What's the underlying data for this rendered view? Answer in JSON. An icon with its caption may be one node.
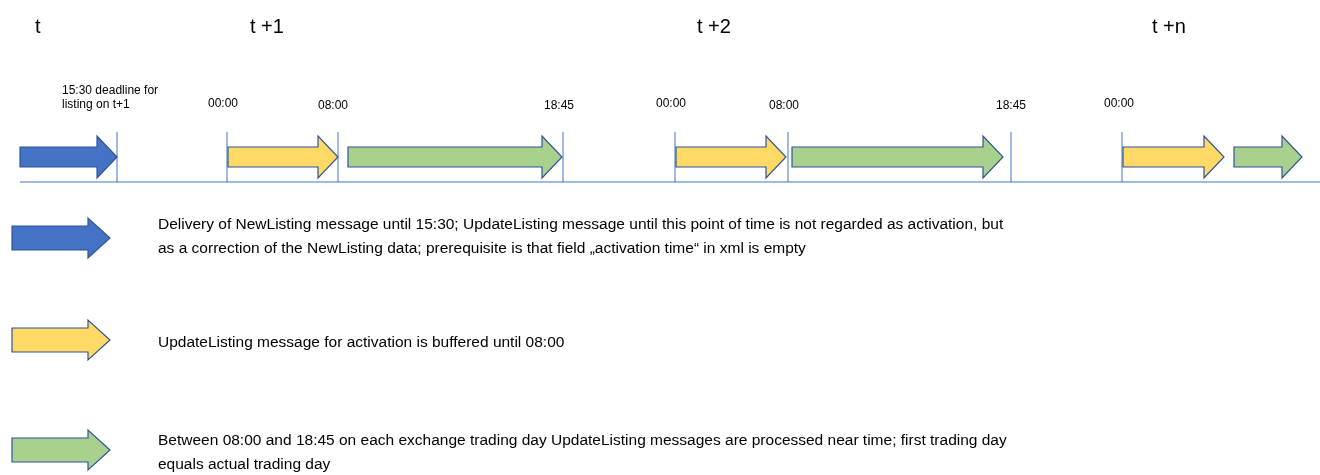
{
  "diagram": {
    "labels": [
      "t",
      "t +1",
      "t +2",
      "t +n",
      "15:30 deadline for listing on t+1",
      "00:00",
      "08:00",
      "18:45",
      "00:00",
      "08:00",
      "18:45",
      "00:00"
    ],
    "legend": [
      {
        "text": "Delivery of NewListing message until 15:30; UpdateListing message until this point of time is not regarded as activation, but as a correction of the NewListing data; prerequisite is that field „activation time“ in xml is empty",
        "color": "#4472c4"
      },
      {
        "text": "UpdateListing message for activation is buffered until 08:00",
        "color": "#ffd966"
      },
      {
        "text": "Between 08:00 and 18:45 on each exchange trading day UpdateListing messages are processed near time; first trading day equals actual trading day",
        "color": "#a9d18e"
      }
    ]
  }
}
